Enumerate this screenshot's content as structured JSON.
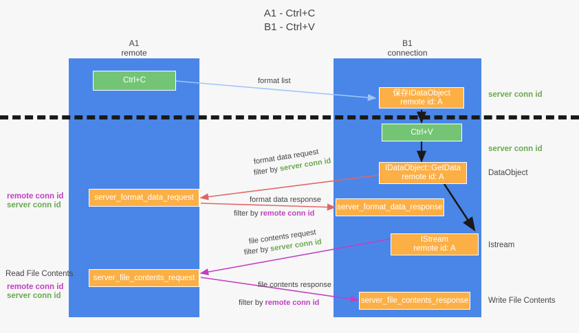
{
  "title": "A1 - Ctrl+C\nB1 - Ctrl+V",
  "lanes": [
    {
      "name": "A1",
      "sub": "remote",
      "header": "A1\nremote",
      "color": "#4a86e8"
    },
    {
      "name": "B1",
      "sub": "connection",
      "header": "B1\nconnection",
      "color": "#4a86e8"
    }
  ],
  "nodes": {
    "ctrl_c": "Ctrl+C",
    "ctrl_v": "Ctrl+V",
    "save_idataobject": "保存IDataObject\nremote id: A",
    "getdata": "IDataObject::GetData\nremote id: A",
    "istream": "IStream\nremote id: A",
    "server_format_data_request": "server_format_data_request",
    "server_format_data_response": "server_format_data_response",
    "server_file_contents_request": "server_file_contents_request",
    "server_file_contents_response": "server_file_contents_response"
  },
  "edge_labels": {
    "format_list": "format list",
    "format_data_request": "format data request",
    "format_data_request_filter_prefix": "filter by ",
    "format_data_request_filter_key": "server conn id",
    "format_data_response": "format data response",
    "format_data_response_filter_prefix": "filter by ",
    "format_data_response_filter_key": "remote conn id",
    "file_contents_request": "file contents request",
    "file_contents_request_filter_prefix": "filter by ",
    "file_contents_request_filter_key": "server conn id",
    "file_contents_response": "file contents response",
    "file_contents_response_filter_prefix": "filter by ",
    "file_contents_response_filter_key": "remote conn id"
  },
  "right_labels": {
    "server_conn_id_top": "server conn id",
    "server_conn_id_mid": "server conn id",
    "dataobject": "DataObject",
    "istream": "Istream",
    "write_file_contents": "Write File Contents"
  },
  "left_labels": {
    "remote_conn_id_upper": "remote conn id",
    "server_conn_id_upper": "server conn id",
    "read_file_contents": "Read File Contents",
    "remote_conn_id_lower": "remote conn id",
    "server_conn_id_lower": "server conn id"
  },
  "colors": {
    "lane": "#4a86e8",
    "green_node": "#74c476",
    "orange_node": "#fcaf45",
    "green_text": "#6aa84f",
    "magenta_text": "#c040c0",
    "arrow_blue": "#9fc5f8",
    "arrow_red": "#e06666",
    "arrow_magenta": "#c040c0",
    "arrow_dark": "#1a1a1a",
    "background": "#f7f7f7"
  }
}
